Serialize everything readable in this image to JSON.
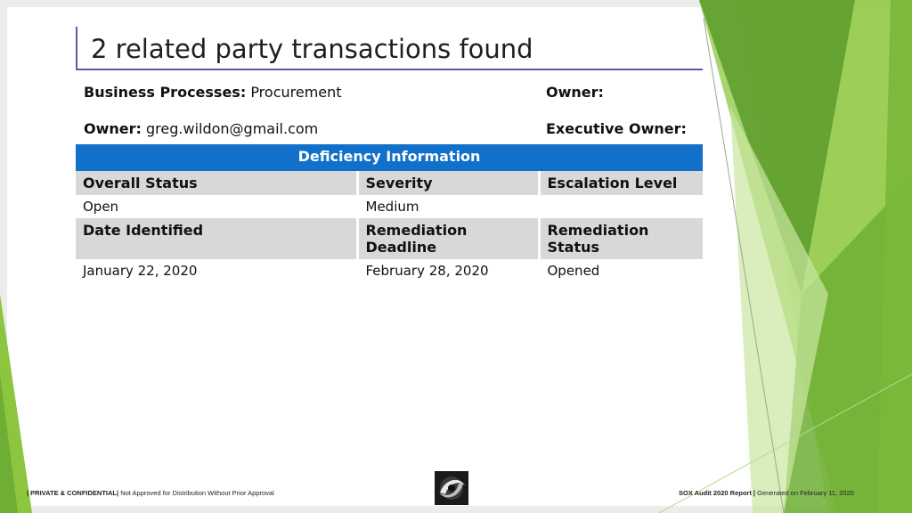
{
  "title": "2 related party transactions found",
  "meta": {
    "business_processes_label": "Business Processes:",
    "business_processes_value": "Procurement",
    "owner_label": "Owner:",
    "owner_value": "greg.wildon@gmail.com",
    "owner_right_label": "Owner:",
    "executive_owner_label": "Executive Owner:"
  },
  "deficiency": {
    "header": "Deficiency Information",
    "row1_labels": [
      "Overall Status",
      "Severity",
      "Escalation Level"
    ],
    "row1_values": [
      "Open",
      "Medium",
      ""
    ],
    "row2_labels": [
      "Date Identified",
      "Remediation Deadline",
      "Remediation Status"
    ],
    "row2_values": [
      "January 22, 2020",
      "February 28, 2020",
      "Opened"
    ]
  },
  "footer": {
    "left_bold": "| PRIVATE & CONFIDENTIAL|",
    "left_text": "Not Approved for Distribution Without Prior Approval",
    "right_bold": "SOX Audit 2020 Report",
    "right_sep": "|",
    "right_text": "Generated on February 11, 2020"
  },
  "colors": {
    "header_blue": "#1170c9",
    "title_rule": "#5b5ba3",
    "label_gray": "#d8d8d8",
    "green_dark": "#5f9f2f",
    "green_light": "#8cc63f"
  }
}
